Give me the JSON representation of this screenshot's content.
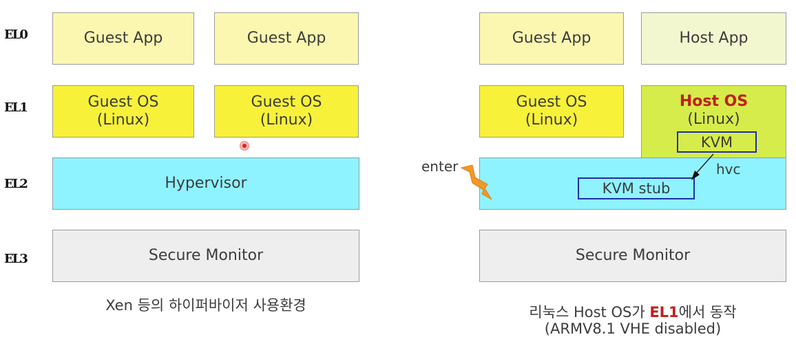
{
  "levels": [
    "EL0",
    "EL1",
    "EL2",
    "EL3"
  ],
  "left": {
    "guest_app_1": "Guest App",
    "guest_app_2": "Guest App",
    "guest_os_1": {
      "line1": "Guest OS",
      "line2": "(Linux)"
    },
    "guest_os_2": {
      "line1": "Guest OS",
      "line2": "(Linux)"
    },
    "hypervisor": "Hypervisor",
    "secure_monitor": "Secure Monitor",
    "caption": "Xen 등의 하이퍼바이저 사용환경"
  },
  "right": {
    "guest_app": "Guest App",
    "host_app": "Host App",
    "guest_os": {
      "line1": "Guest OS",
      "line2": "(Linux)"
    },
    "host_os": {
      "line1": "Host OS",
      "line2": "(Linux)"
    },
    "kvm": "KVM",
    "kvm_stub": "KVM stub",
    "hvc_label": "hvc",
    "enter_label": "enter",
    "secure_monitor": "Secure Monitor",
    "caption": {
      "prefix": "리눅스 Host OS가 ",
      "highlight": "EL1",
      "suffix": "에서 동작",
      "line2": "(ARMV8.1 VHE disabled)"
    }
  },
  "colors": {
    "app_fill": "#fbf7b0",
    "host_app_fill": "#f2f7cf",
    "os_fill": "#f7f13a",
    "host_os_fill": "#d6ec4a",
    "hypervisor_fill": "#8ff3ff",
    "monitor_fill": "#eeeeee",
    "kvm_border": "#1c2fa8",
    "highlight_red": "#c0201e",
    "enter_arrow": "#f2982a"
  }
}
